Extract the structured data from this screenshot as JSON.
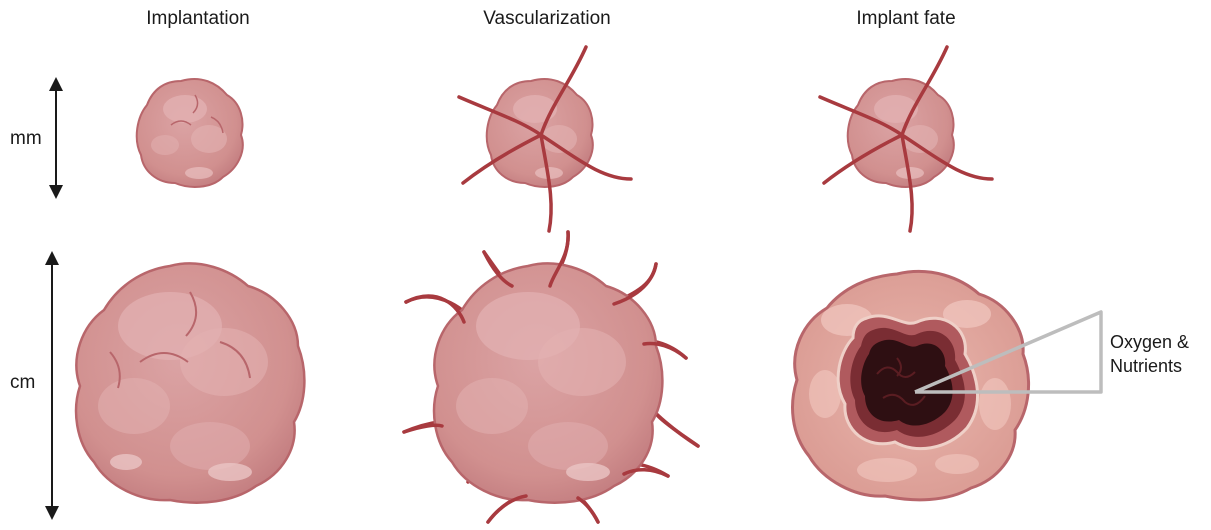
{
  "columns": [
    {
      "title": "Implantation"
    },
    {
      "title": "Vascularization"
    },
    {
      "title": "Implant fate"
    }
  ],
  "scales": {
    "small": "mm",
    "large": "cm"
  },
  "callout": {
    "line1": "Oxygen &",
    "line2": "Nutrients"
  },
  "colors": {
    "tissue_fill": "#d5989a",
    "tissue_light": "#e2b0b1",
    "tissue_edge": "#b8666b",
    "vessel": "#a83a3f",
    "necrotic_core": "#2e0f12",
    "hypoxic_ring": "#7a2d33",
    "callout_line": "#bdbdbd",
    "arrow": "#1a1a1a"
  }
}
